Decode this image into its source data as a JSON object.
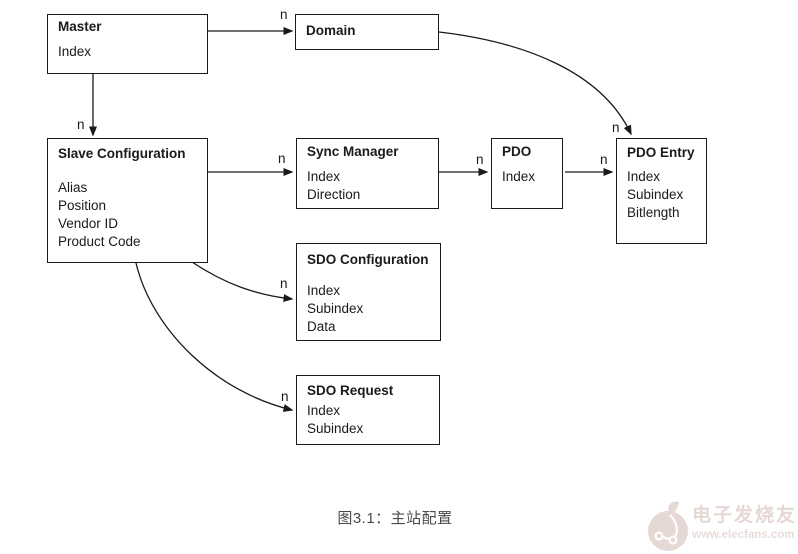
{
  "diagram": {
    "boxes": [
      {
        "title": "Master",
        "items": [
          "Index"
        ]
      },
      {
        "title": "Domain",
        "items": []
      },
      {
        "title": "Slave Configuration",
        "items": [
          "Alias",
          "Position",
          "Vendor ID",
          "Product Code"
        ]
      },
      {
        "title": "Sync Manager",
        "items": [
          "Index",
          "Direction"
        ]
      },
      {
        "title": "PDO",
        "items": [
          "Index"
        ]
      },
      {
        "title": "PDO Entry",
        "items": [
          "Index",
          "Subindex",
          "Bitlength"
        ]
      },
      {
        "title": "SDO Configuration",
        "items": [
          "Index",
          "Subindex",
          "Data"
        ]
      },
      {
        "title": "SDO Request",
        "items": [
          "Index",
          "Subindex"
        ]
      }
    ],
    "edges": [
      {
        "from": "Master",
        "to": "Domain",
        "label": "n"
      },
      {
        "from": "Master",
        "to": "Slave Configuration",
        "label": "n"
      },
      {
        "from": "Slave Configuration",
        "to": "Sync Manager",
        "label": "n"
      },
      {
        "from": "Sync Manager",
        "to": "PDO",
        "label": "n"
      },
      {
        "from": "PDO",
        "to": "PDO Entry",
        "label": "n"
      },
      {
        "from": "Domain",
        "to": "PDO Entry",
        "label": "n"
      },
      {
        "from": "Slave Configuration",
        "to": "SDO Configuration",
        "label": "n"
      },
      {
        "from": "Slave Configuration",
        "to": "SDO Request",
        "label": "n"
      }
    ]
  },
  "caption": {
    "text": "图3.1：主站配置"
  },
  "watermark": {
    "site_name": "电子发烧友",
    "site_url": "www.elecfans.com"
  },
  "colors": {
    "line": "#1a1a1a",
    "caption": "#4a4a4a",
    "watermark": "#e5d8d5"
  }
}
